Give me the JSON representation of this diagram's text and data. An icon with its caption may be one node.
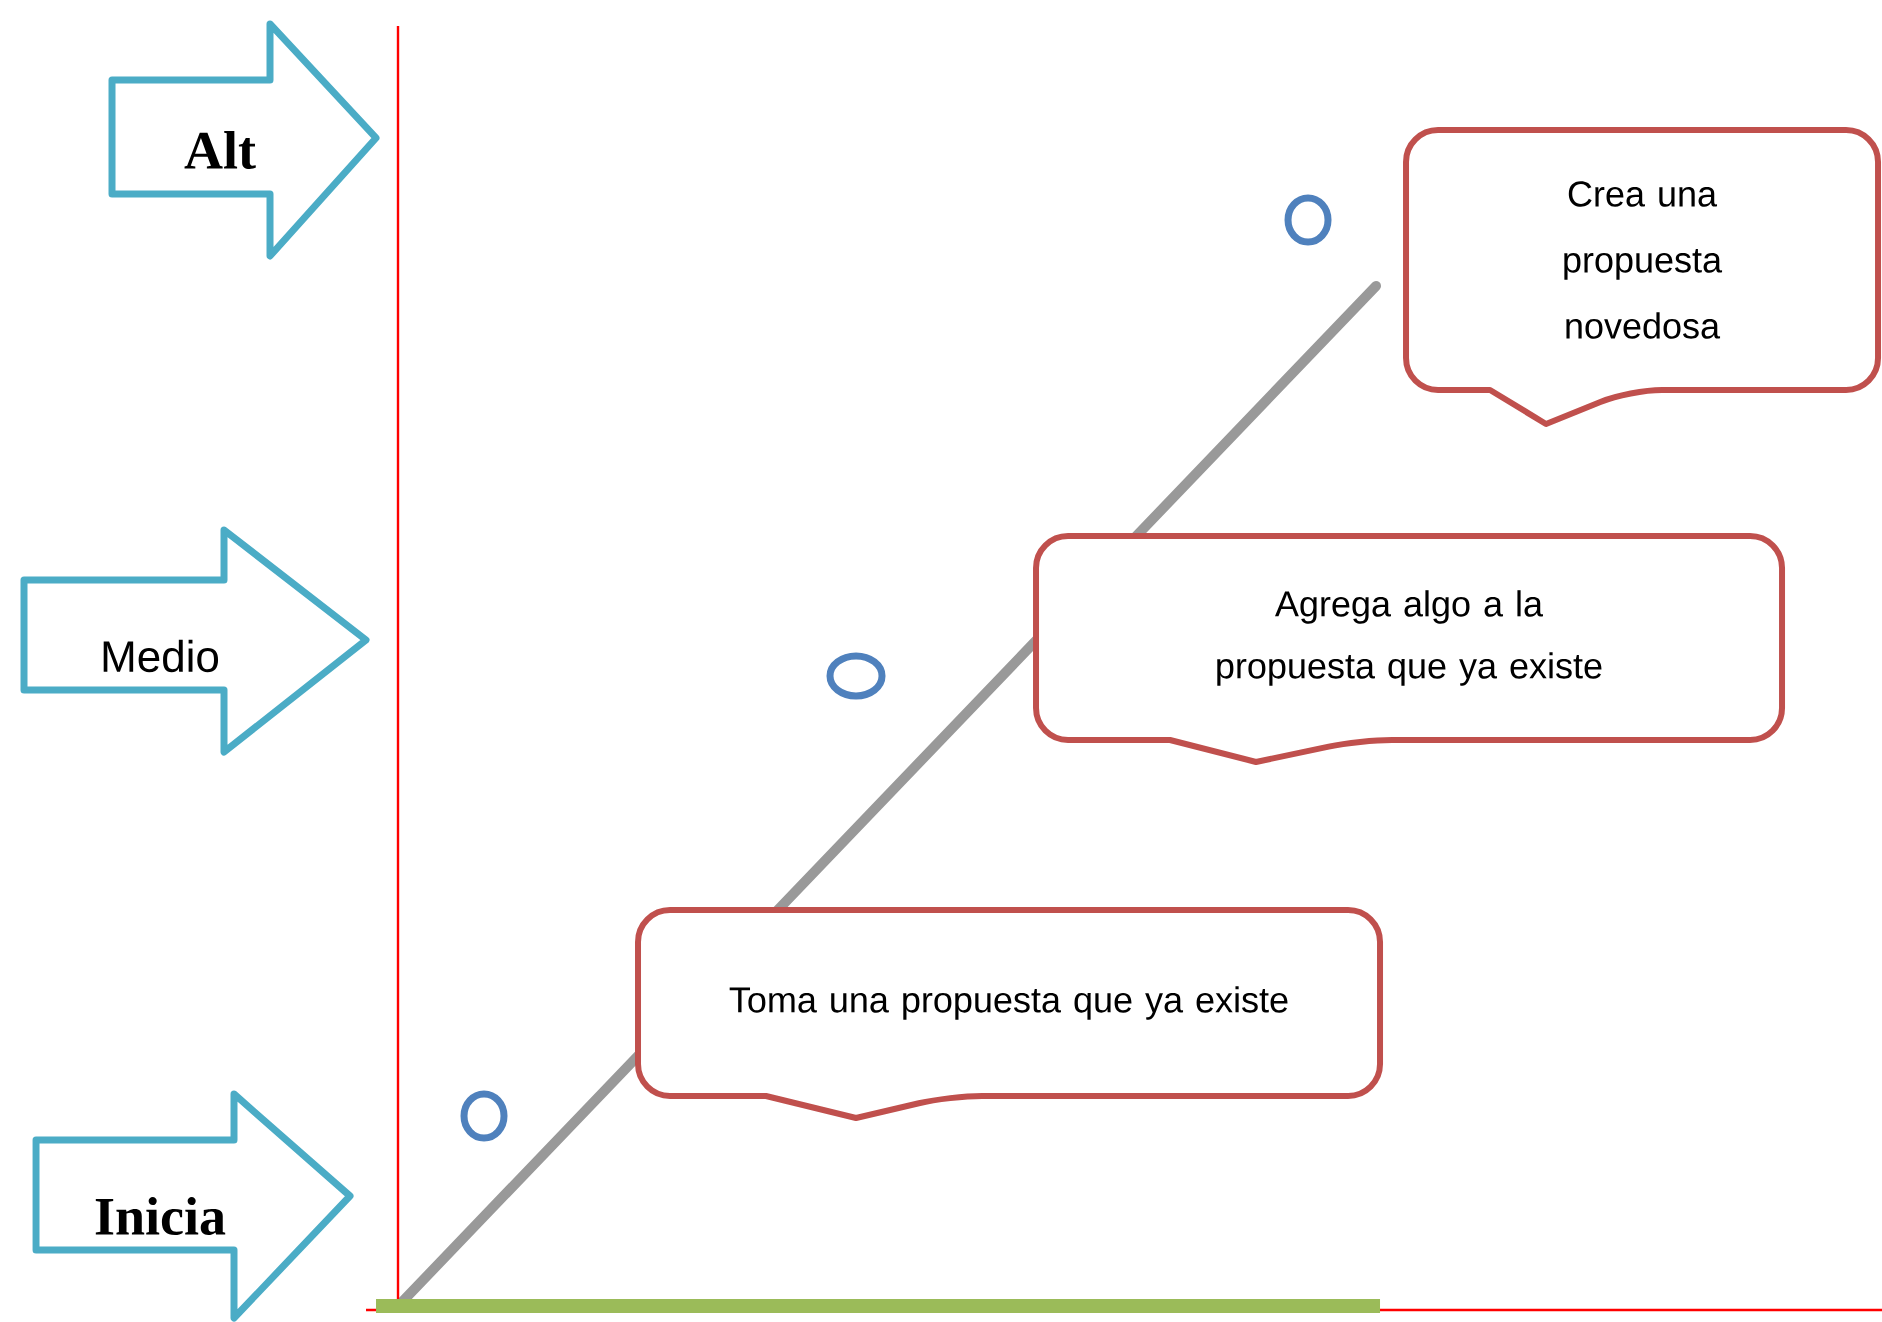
{
  "diagram": {
    "nodes": [
      {
        "text": [
          "Alt"
        ]
      },
      {
        "text": [
          "Crea una propuesta novedosa"
        ]
      },
      {
        "text": [
          "Agrega algo a la propuesta que ya existe"
        ]
      },
      {
        "text": [
          "Medio"
        ]
      },
      {
        "text": [
          "Toma una propuesta que ya existe"
        ]
      },
      {
        "text": [
          "Inicia"
        ]
      }
    ]
  }
}
